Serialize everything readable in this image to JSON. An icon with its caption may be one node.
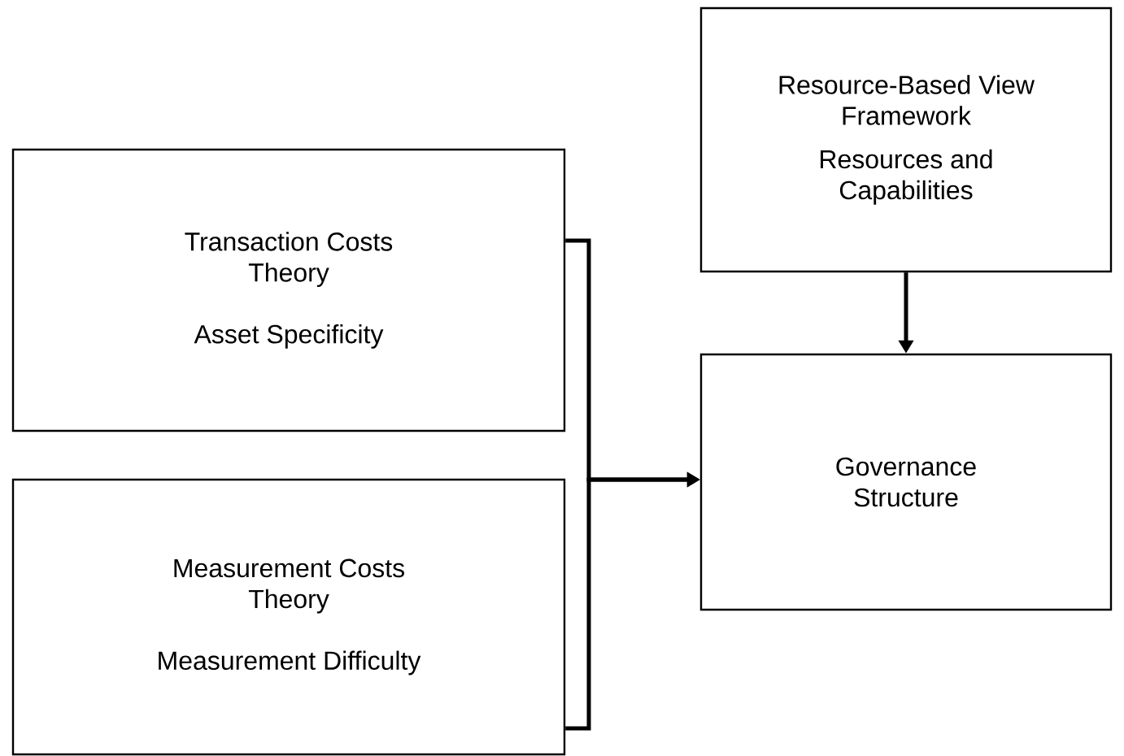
{
  "diagram": {
    "nodes": [
      {
        "text": [
          "Transaction Costs Theory",
          "Asset Specificity"
        ]
      },
      {
        "text": [
          "Measurement Costs Theory",
          "Measurement Difficulty"
        ]
      },
      {
        "text": [
          "Resource-Based View Framework",
          "Resources and Capabilities"
        ]
      },
      {
        "text": [
          "Governance Structure"
        ]
      }
    ],
    "edges": [
      {
        "from": 0,
        "to": 3,
        "arrow": "to"
      },
      {
        "from": 1,
        "to": 3,
        "arrow": "to"
      },
      {
        "from": 2,
        "to": 3,
        "arrow": "to"
      }
    ]
  }
}
